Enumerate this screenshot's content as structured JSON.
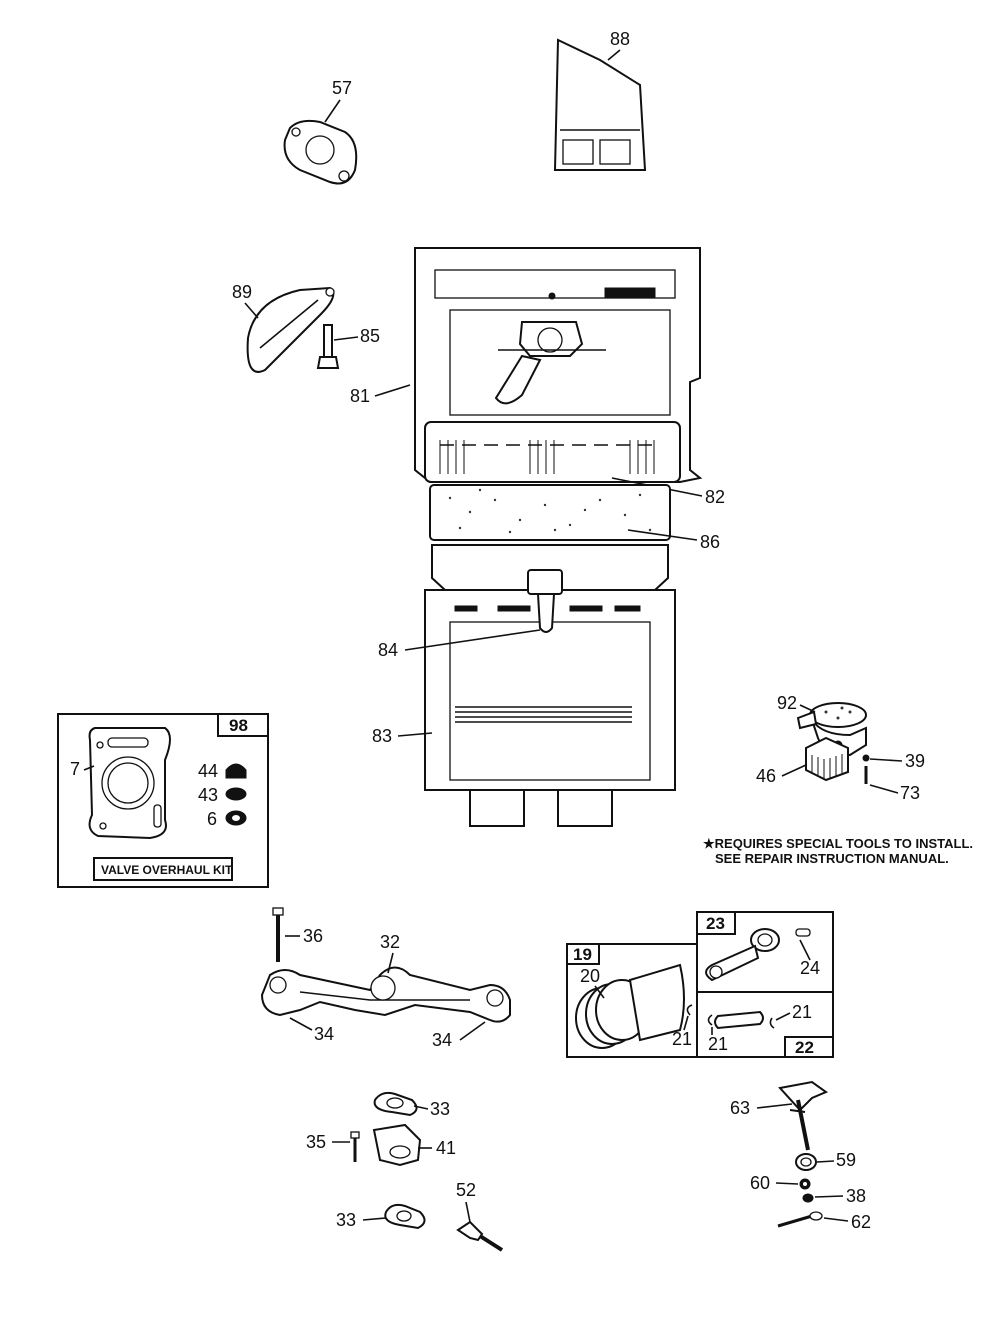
{
  "part_labels": {
    "p88": "88",
    "p57": "57",
    "p89": "89",
    "p85": "85",
    "p81": "81",
    "p82": "82",
    "p86": "86",
    "p84": "84",
    "p83": "83",
    "p92": "92",
    "p39": "39",
    "p46": "46",
    "p73": "73",
    "p98": "98",
    "p7": "7",
    "p44": "44",
    "p43": "43",
    "p6": "6",
    "p36": "36",
    "p32": "32",
    "p34a": "34",
    "p34b": "34",
    "p23": "23",
    "p24": "24",
    "p19": "19",
    "p20": "20",
    "p21a": "21",
    "p21b": "21",
    "p21c": "21",
    "p22": "22",
    "p33a": "33",
    "p35": "35",
    "p41": "41",
    "p52": "52",
    "p33b": "33",
    "p63": "63",
    "p59": "59",
    "p60": "60",
    "p38": "38",
    "p62": "62"
  },
  "kit_label": "VALVE OVERHAUL KIT",
  "notes": {
    "line1": "★REQUIRES SPECIAL TOOLS TO INSTALL.",
    "line2": "SEE REPAIR INSTRUCTION MANUAL."
  }
}
